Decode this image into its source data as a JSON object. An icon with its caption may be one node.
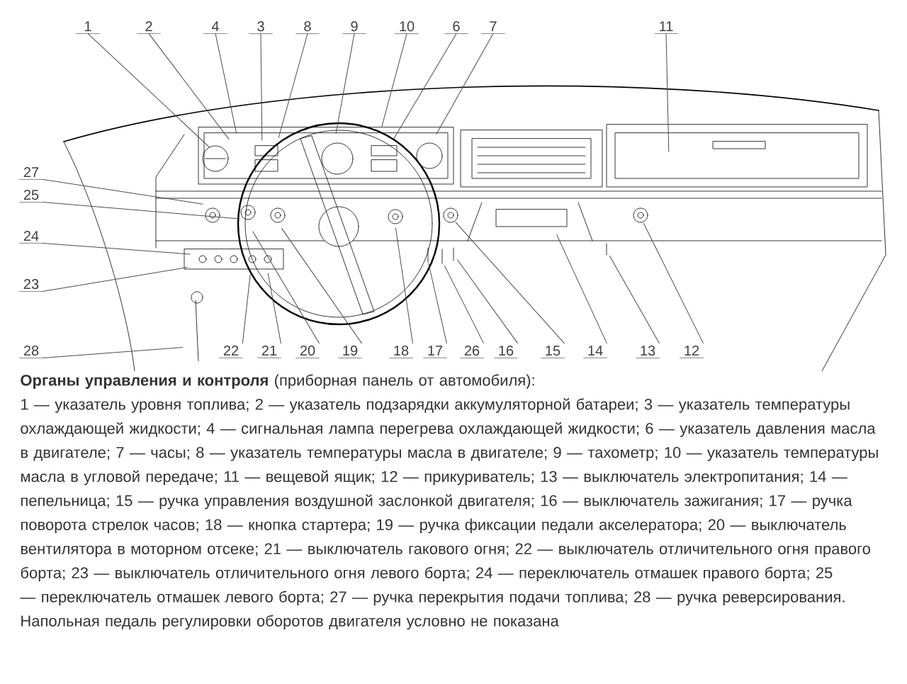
{
  "diagram": {
    "title": "**Органы управления и контроля** (приборная панель от автомобиля):",
    "caption": "1 — указатель уровня топлива; 2 — указатель подзарядки аккумуляторной батареи; 3 — указатель температуры охлаждающей жидкости; 4 — сигнальная лампа перегрева охлаждающей жидкости; 6 — указатель давления масла в двигателе; 7 — часы; 8 — указатель температуры масла в двигателе; 9 — тахометр; 10 — указатель температуры масла в угловой передаче; 11 — вещевой ящик; 12 — прикуриватель; 13 — выключатель электропитания; 14 — пепельница; 15 — ручка управления воздушной заслонкой двигателя; 16 — выключатель зажигания; 17 — ручка поворота стрелок часов; 18 — кнопка стартера; 19 — ручка фиксации педали акселератора; 20 — выключатель вентилятора в моторном отсеке; 21 — выключатель гакового огня; 22 — выключатель отличительного огня правого борта; 23 — выключатель отличительного огня левого борта; 24 — переключатель отмашек правого борта; 25 — переключатель отмашек левого борта; 27 — ручка перекрытия подачи топлива; 28 — ручка реверсирования. Напольная педаль регулировки оборотов двигателя условно не показана",
    "nodes": [
      {
        "text": [
          "1"
        ]
      },
      {
        "text": [
          "2"
        ]
      },
      {
        "text": [
          "4"
        ]
      },
      {
        "text": [
          "3"
        ]
      },
      {
        "text": [
          "8"
        ]
      },
      {
        "text": [
          "9"
        ]
      },
      {
        "text": [
          "10"
        ]
      },
      {
        "text": [
          "6"
        ]
      },
      {
        "text": [
          "7"
        ]
      },
      {
        "text": [
          "11"
        ]
      },
      {
        "text": [
          "27"
        ]
      },
      {
        "text": [
          "25"
        ]
      },
      {
        "text": [
          "24"
        ]
      },
      {
        "text": [
          "23"
        ]
      },
      {
        "text": [
          "28"
        ]
      },
      {
        "text": [
          "22"
        ]
      },
      {
        "text": [
          "21"
        ]
      },
      {
        "text": [
          "20"
        ]
      },
      {
        "text": [
          "19"
        ]
      },
      {
        "text": [
          "18"
        ]
      },
      {
        "text": [
          "17"
        ]
      },
      {
        "text": [
          "26"
        ]
      },
      {
        "text": [
          "16"
        ]
      },
      {
        "text": [
          "15"
        ]
      },
      {
        "text": [
          "14"
        ]
      },
      {
        "text": [
          "13"
        ]
      },
      {
        "text": [
          "12"
        ]
      }
    ],
    "edges": [
      {
        "from": 0,
        "to": null,
        "arrow": "none"
      },
      {
        "from": 1,
        "to": null,
        "arrow": "none"
      },
      {
        "from": 2,
        "to": null,
        "arrow": "none"
      },
      {
        "from": 3,
        "to": null,
        "arrow": "none"
      },
      {
        "from": 4,
        "to": null,
        "arrow": "none"
      },
      {
        "from": 5,
        "to": null,
        "arrow": "none"
      },
      {
        "from": 6,
        "to": null,
        "arrow": "none"
      },
      {
        "from": 7,
        "to": null,
        "arrow": "none"
      },
      {
        "from": 8,
        "to": null,
        "arrow": "none"
      },
      {
        "from": 9,
        "to": null,
        "arrow": "none"
      },
      {
        "from": 10,
        "to": null,
        "arrow": "none"
      },
      {
        "from": 11,
        "to": null,
        "arrow": "none"
      },
      {
        "from": 12,
        "to": null,
        "arrow": "none"
      },
      {
        "from": 13,
        "to": null,
        "arrow": "none"
      },
      {
        "from": 14,
        "to": null,
        "arrow": "none"
      },
      {
        "from": 15,
        "to": null,
        "arrow": "none"
      },
      {
        "from": 16,
        "to": null,
        "arrow": "none"
      },
      {
        "from": 17,
        "to": null,
        "arrow": "none"
      },
      {
        "from": 18,
        "to": null,
        "arrow": "none"
      },
      {
        "from": 19,
        "to": null,
        "arrow": "none"
      },
      {
        "from": 20,
        "to": null,
        "arrow": "none"
      },
      {
        "from": 21,
        "to": null,
        "arrow": "none"
      },
      {
        "from": 22,
        "to": null,
        "arrow": "none"
      },
      {
        "from": 23,
        "to": null,
        "arrow": "none"
      },
      {
        "from": 24,
        "to": null,
        "arrow": "none"
      },
      {
        "from": 25,
        "to": null,
        "arrow": "none"
      },
      {
        "from": 26,
        "to": null,
        "arrow": "none"
      }
    ]
  }
}
